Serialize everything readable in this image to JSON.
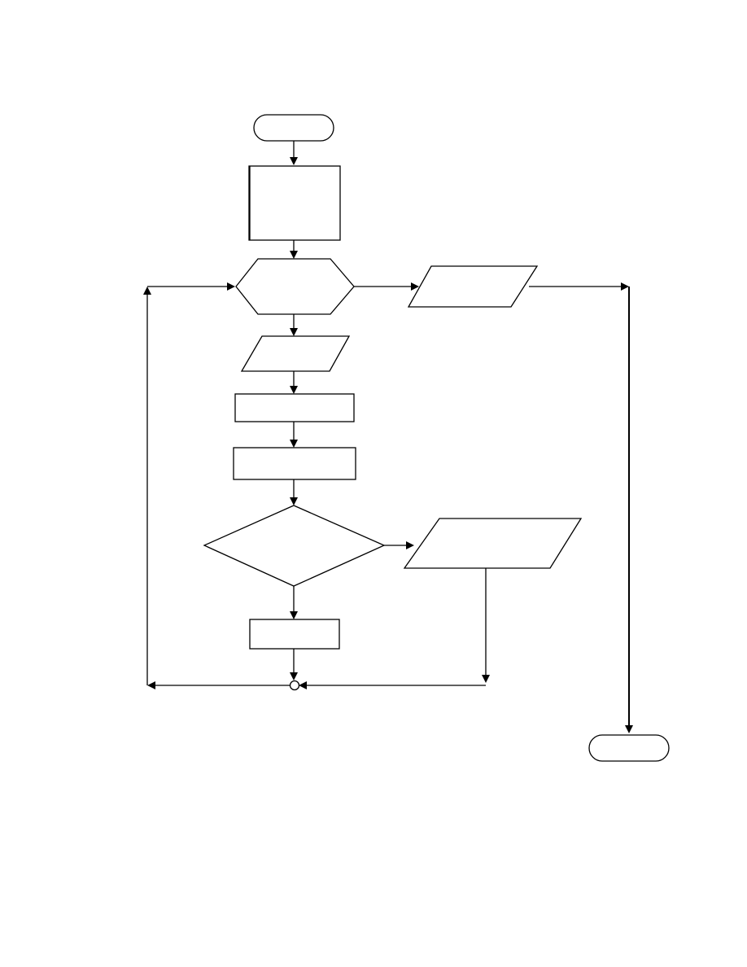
{
  "diagram": {
    "stroke_color": "#000000",
    "fill_color": "#ffffff",
    "background": "#ffffff",
    "nodes": [
      {
        "id": "start",
        "shape": "terminator",
        "text": ""
      },
      {
        "id": "initialize",
        "shape": "process",
        "text": ""
      },
      {
        "id": "loop-decision",
        "shape": "preparation",
        "text": ""
      },
      {
        "id": "output-final",
        "shape": "input-output",
        "text": ""
      },
      {
        "id": "input-data",
        "shape": "input-output",
        "text": ""
      },
      {
        "id": "process-1",
        "shape": "process",
        "text": ""
      },
      {
        "id": "process-2",
        "shape": "process",
        "text": ""
      },
      {
        "id": "condition",
        "shape": "decision",
        "text": ""
      },
      {
        "id": "output-condition",
        "shape": "input-output",
        "text": ""
      },
      {
        "id": "process-3",
        "shape": "process",
        "text": ""
      },
      {
        "id": "merge-point",
        "shape": "connector",
        "text": ""
      },
      {
        "id": "end",
        "shape": "terminator",
        "text": ""
      }
    ],
    "edges": [
      {
        "from": "start",
        "to": "initialize"
      },
      {
        "from": "initialize",
        "to": "loop-decision"
      },
      {
        "from": "loop-decision",
        "to": "input-data"
      },
      {
        "from": "loop-decision",
        "to": "output-final"
      },
      {
        "from": "output-final",
        "to": "end"
      },
      {
        "from": "input-data",
        "to": "process-1"
      },
      {
        "from": "process-1",
        "to": "process-2"
      },
      {
        "from": "process-2",
        "to": "condition"
      },
      {
        "from": "condition",
        "to": "process-3"
      },
      {
        "from": "condition",
        "to": "output-condition"
      },
      {
        "from": "process-3",
        "to": "merge-point"
      },
      {
        "from": "output-condition",
        "to": "merge-point"
      },
      {
        "from": "merge-point",
        "to": "loop-decision"
      }
    ]
  }
}
